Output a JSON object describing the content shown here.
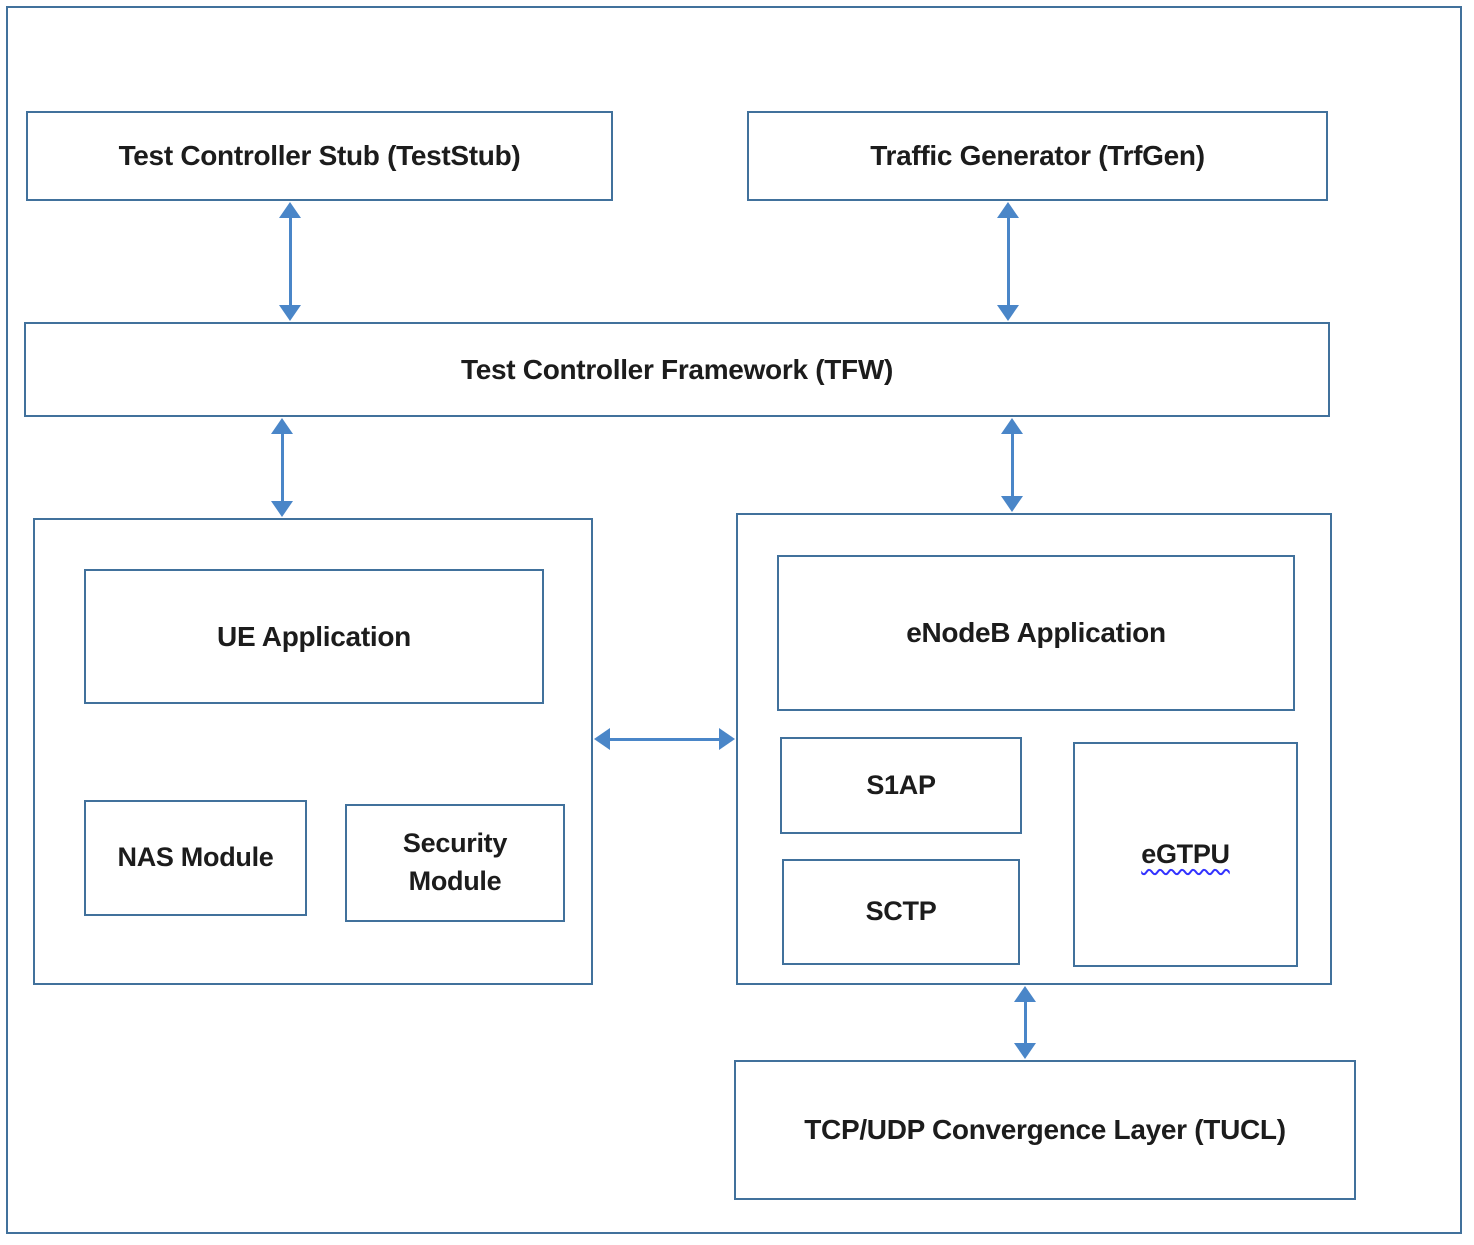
{
  "colors": {
    "box_border": "#41719c",
    "arrow": "#4a86c8",
    "text": "#1c1c1c",
    "squiggle": "#3333ff",
    "background": "#ffffff"
  },
  "nodes": {
    "test_stub": {
      "label": "Test Controller Stub (TestStub)"
    },
    "trf_gen": {
      "label": "Traffic Generator (TrfGen)"
    },
    "tfw": {
      "label": "Test Controller Framework (TFW)"
    },
    "ue_app": {
      "label": "UE Application"
    },
    "nas": {
      "label": "NAS Module"
    },
    "security": {
      "label": "Security Module"
    },
    "enodeb_app": {
      "label": "eNodeB Application"
    },
    "s1ap": {
      "label": "S1AP"
    },
    "sctp": {
      "label": "SCTP"
    },
    "egtpu": {
      "label": "eGTPU"
    },
    "tucl": {
      "label": "TCP/UDP Convergence Layer (TUCL)"
    }
  },
  "connectors": [
    {
      "from": "test_stub",
      "to": "tfw",
      "type": "bidirectional-vertical"
    },
    {
      "from": "trf_gen",
      "to": "tfw",
      "type": "bidirectional-vertical"
    },
    {
      "from": "tfw",
      "to": "ue-container",
      "type": "bidirectional-vertical"
    },
    {
      "from": "tfw",
      "to": "enodeb-container",
      "type": "bidirectional-vertical"
    },
    {
      "from": "ue-container",
      "to": "enodeb-container",
      "type": "bidirectional-horizontal"
    },
    {
      "from": "enodeb-container",
      "to": "tucl",
      "type": "bidirectional-vertical"
    }
  ]
}
